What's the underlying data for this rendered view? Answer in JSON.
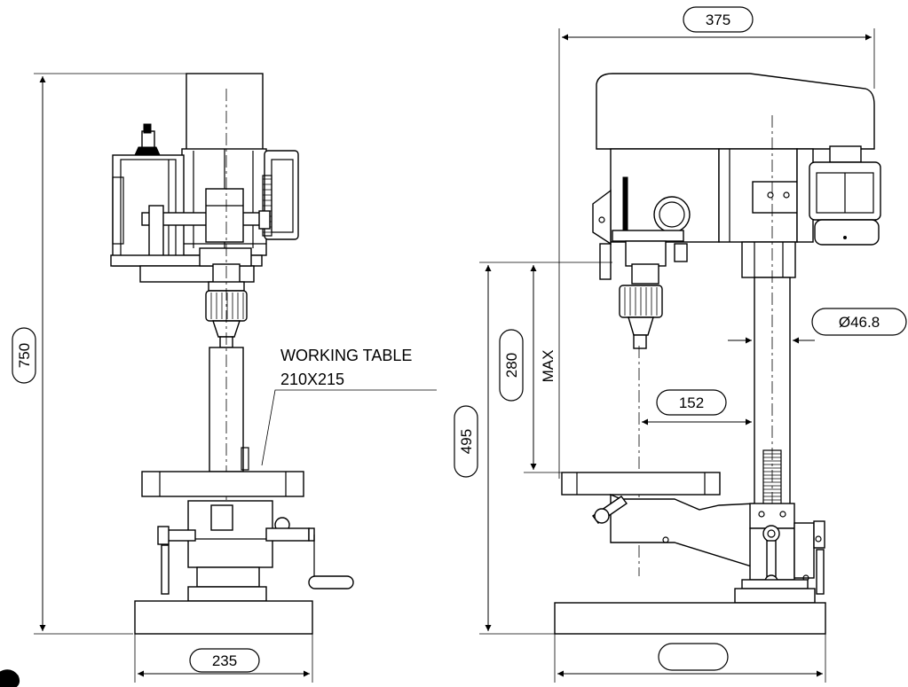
{
  "drawing": {
    "dimensions": {
      "overall_height": "750",
      "base_width_front": "235",
      "overall_depth": "375",
      "column_diameter": "Ø46.8",
      "spindle_travel": "280",
      "spindle_travel_note": "MAX",
      "spindle_to_table": "495",
      "throat_depth": "152",
      "base_width_side": ""
    },
    "notes": {
      "table_line1": "WORKING TABLE",
      "table_line2": "210X215"
    }
  }
}
